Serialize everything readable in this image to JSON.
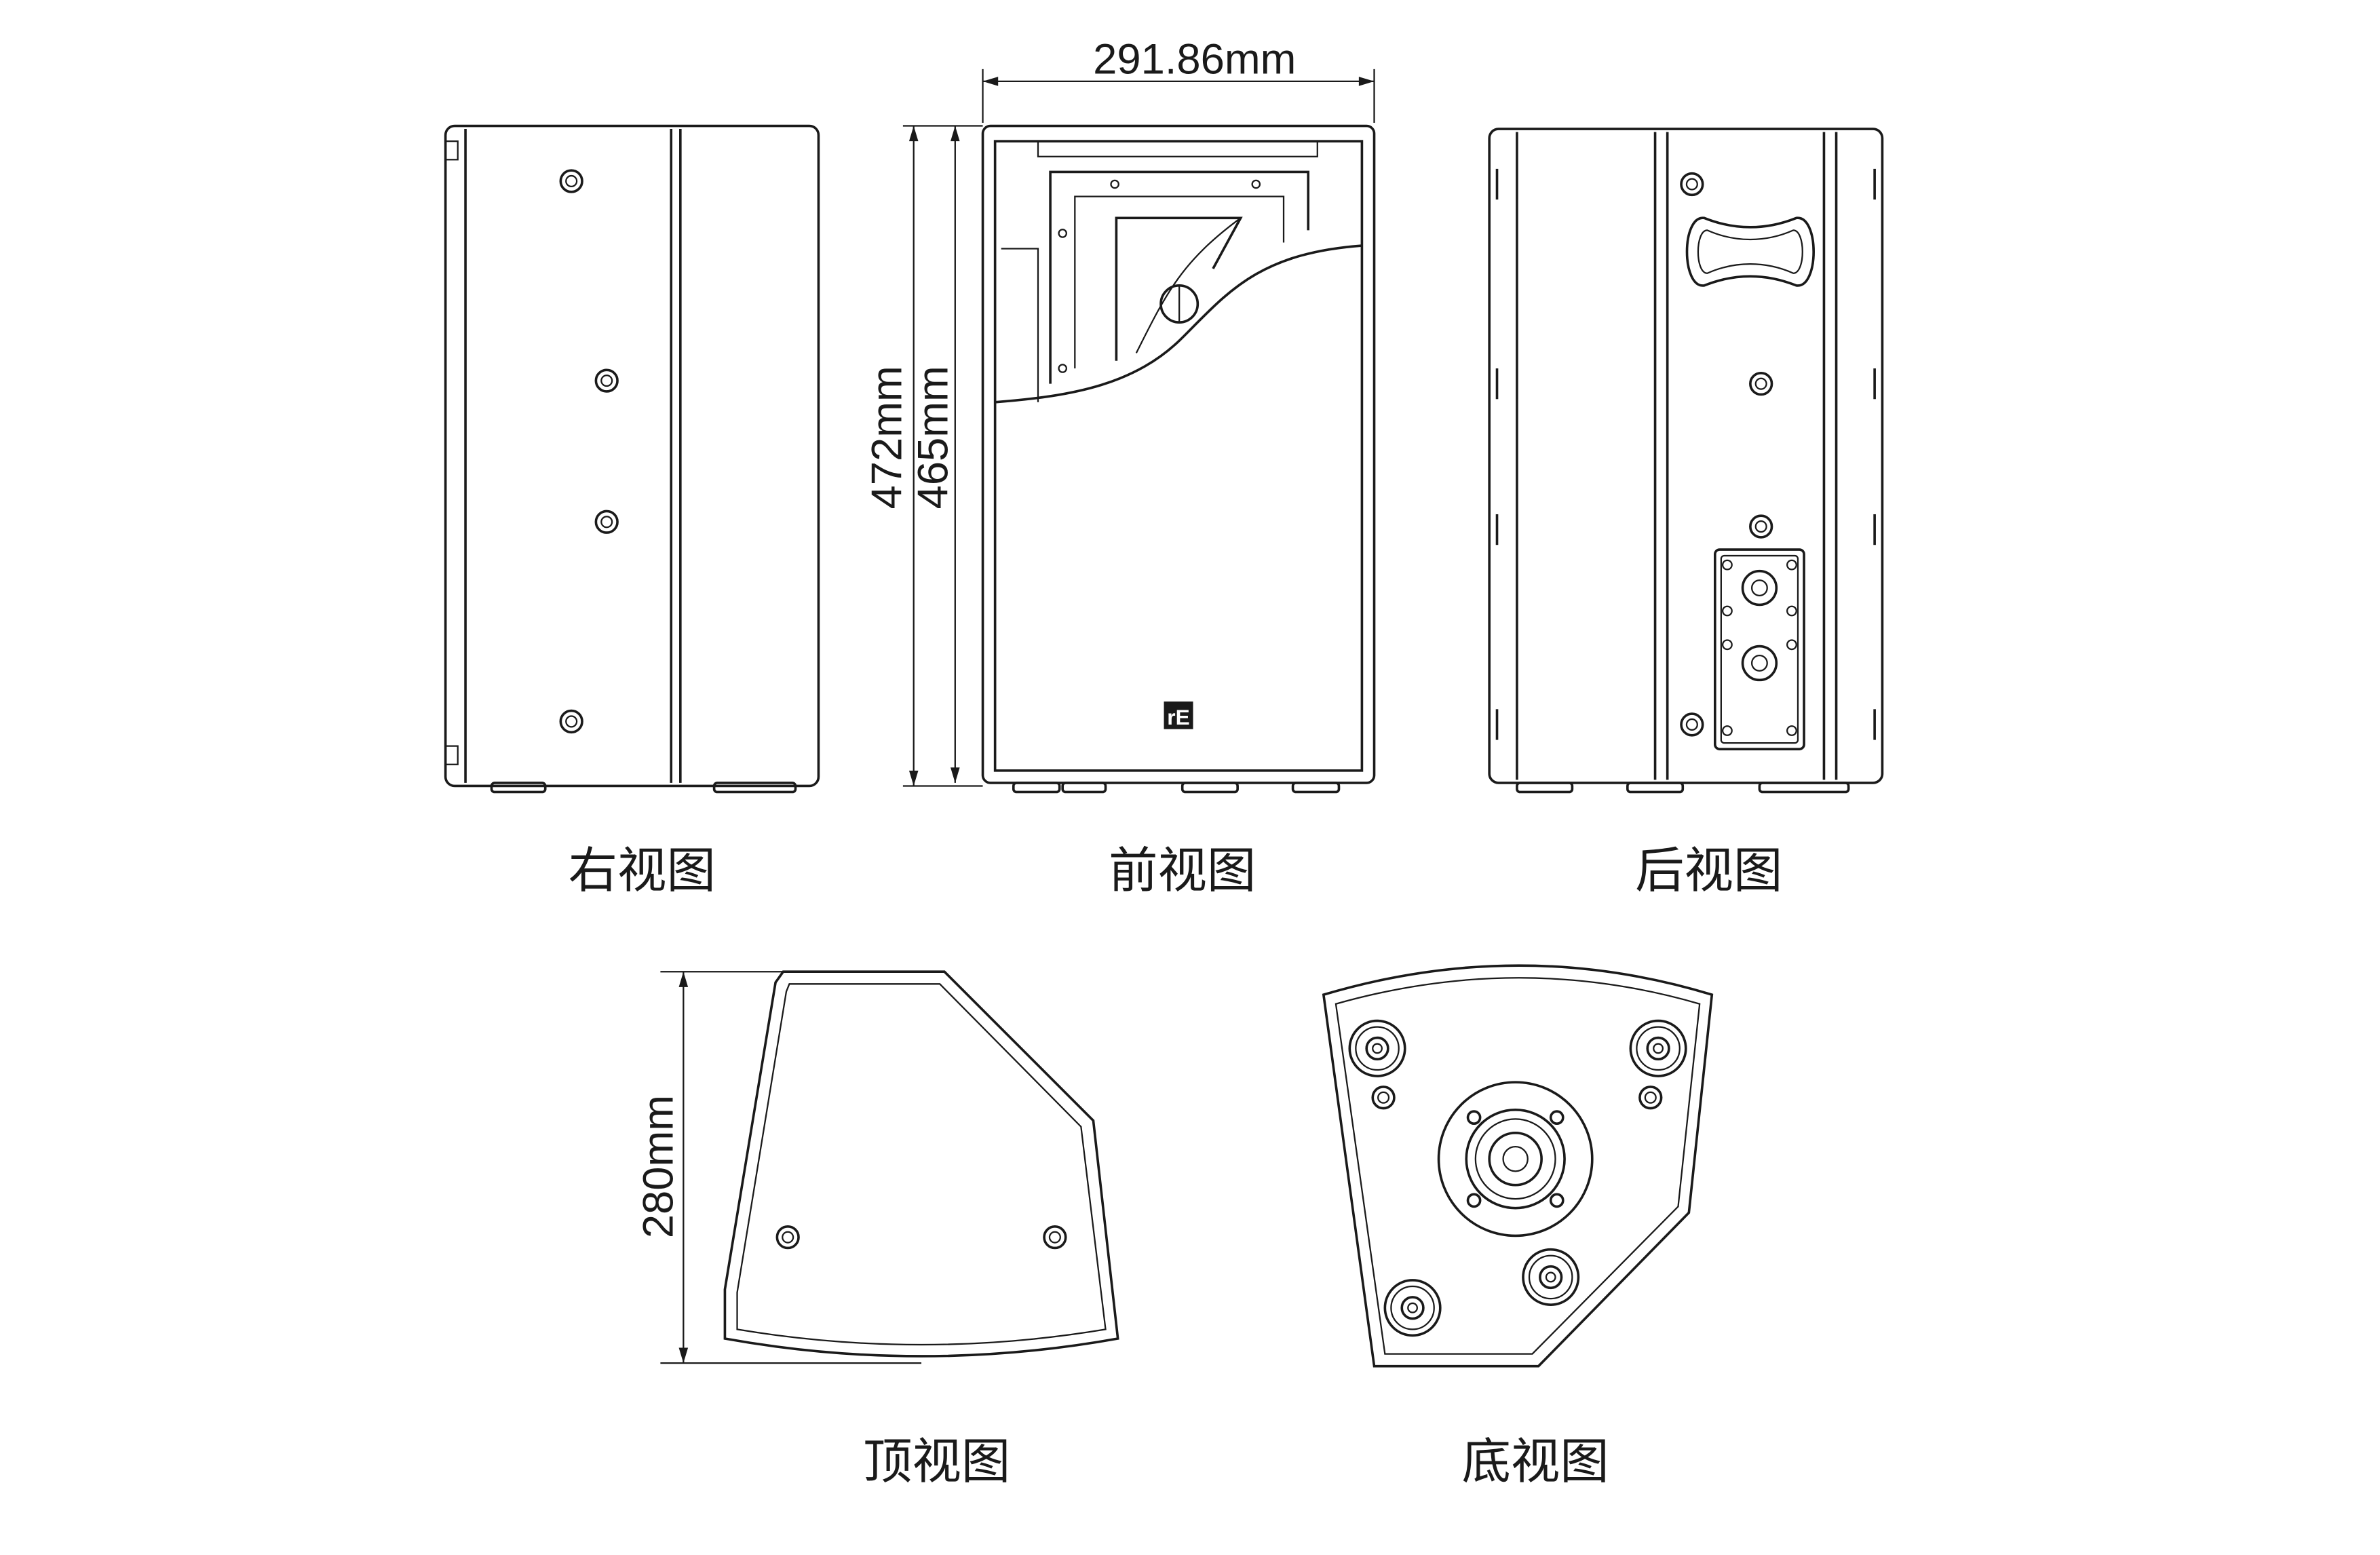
{
  "dimensions": {
    "width": "291.86mm",
    "height_outer": "472mm",
    "height_inner": "465mm",
    "depth": "280mm"
  },
  "views": {
    "right": "右视图",
    "front": "前视图",
    "back": "后视图",
    "top": "顶视图",
    "bottom": "底视图"
  },
  "logo": "rE"
}
